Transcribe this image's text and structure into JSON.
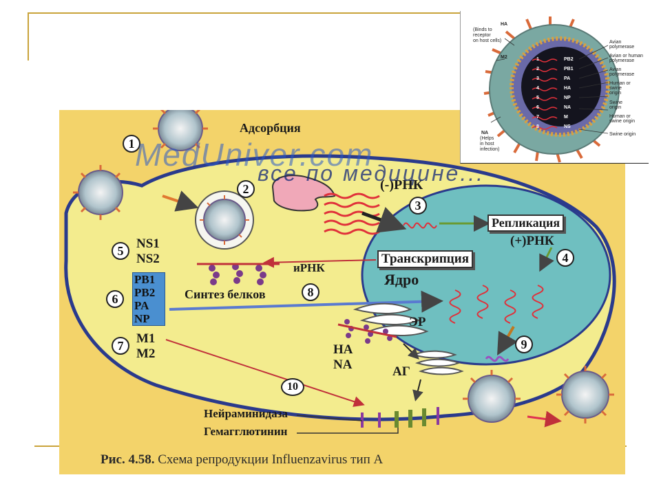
{
  "caption": {
    "fig": "Рис. 4.58.",
    "text": " Схема репродукции Influenzavirus тип А"
  },
  "watermark": {
    "site": "MedUniver.com",
    "tagline": "все по медицине..."
  },
  "labels": {
    "adsorption": "Адсорбция",
    "neg_rna": "(-)РНК",
    "replication": "Репликация",
    "pos_rna": "(+)РНК",
    "mrna": "иРНК",
    "transcription": "Транскрипция",
    "nucleus": "Ядро",
    "protein_synthesis": "Синтез белков",
    "ns1": "NS1",
    "ns2": "NS2",
    "m1": "M1",
    "m2": "M2",
    "ha": "HA",
    "na": "NA",
    "er": "ЭР",
    "golgi": "АГ",
    "neuraminidase": "Нейраминидаза",
    "hemagglutinin": "Гемагглютинин"
  },
  "proteins": [
    "PB1",
    "PB2",
    "PA",
    "NP"
  ],
  "steps": [
    "1",
    "2",
    "3",
    "4",
    "5",
    "6",
    "7",
    "8",
    "9",
    "10"
  ],
  "inset": {
    "ha_top": "HA",
    "ha_note": [
      "(Binds to",
      "receptor",
      "on host cells)"
    ],
    "m2": "M2",
    "na": "NA",
    "na_note": [
      "(Helps",
      "in host",
      "infection)"
    ],
    "segments": [
      "PB2",
      "PB1",
      "PA",
      "HA",
      "NP",
      "NA",
      "M",
      "NS"
    ],
    "segment_numbers": [
      "1",
      "2",
      "3",
      "4",
      "5",
      "6",
      "7",
      "8"
    ],
    "origins": [
      [
        "Avian",
        "polymerase"
      ],
      [
        "Avian or human",
        "polymerase"
      ],
      [
        "Avian",
        "polymerase"
      ],
      [
        "Human or",
        "swine",
        "origin"
      ],
      [
        "Swine",
        "origin"
      ],
      [
        "Human or",
        "swine origin"
      ],
      [
        "Swine origin"
      ]
    ]
  },
  "colors": {
    "cell_fill": "#f3ec8e",
    "cell_border": "#2a3a8c",
    "nucleus_fill": "#6fbfc0",
    "figure_bg": "#f3d36a",
    "protein_box": "#4a8fd0",
    "rna": "#e0303a",
    "virus_spike": "#d96a3a"
  }
}
